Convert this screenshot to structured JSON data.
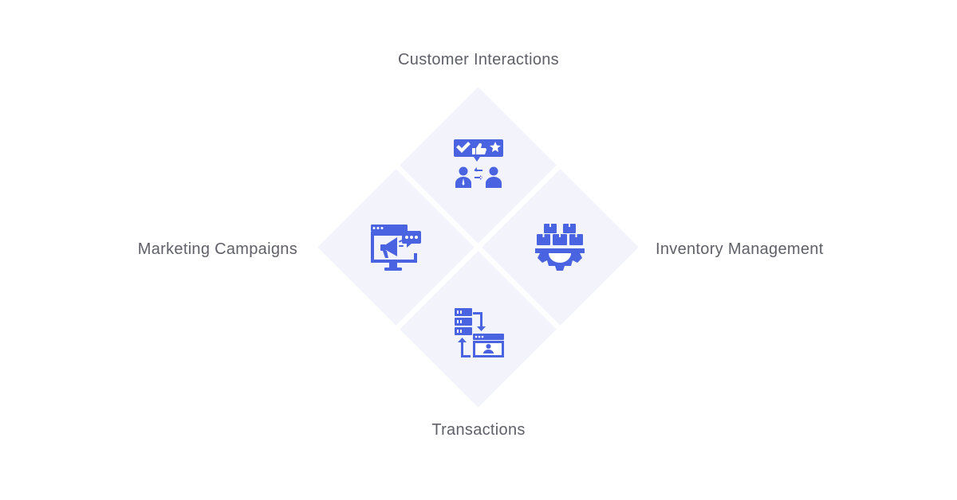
{
  "diagram": {
    "items": [
      {
        "label": "Customer Interactions",
        "icon": "customer-interaction-icon"
      },
      {
        "label": "Marketing Campaigns",
        "icon": "marketing-campaign-icon"
      },
      {
        "label": "Inventory Management",
        "icon": "inventory-gear-icon"
      },
      {
        "label": "Transactions",
        "icon": "transaction-transfer-icon"
      }
    ]
  },
  "colors": {
    "icon": "#4a63e0",
    "tile": "#f3f4fb",
    "text": "#5f6068",
    "background": "#ffffff"
  }
}
